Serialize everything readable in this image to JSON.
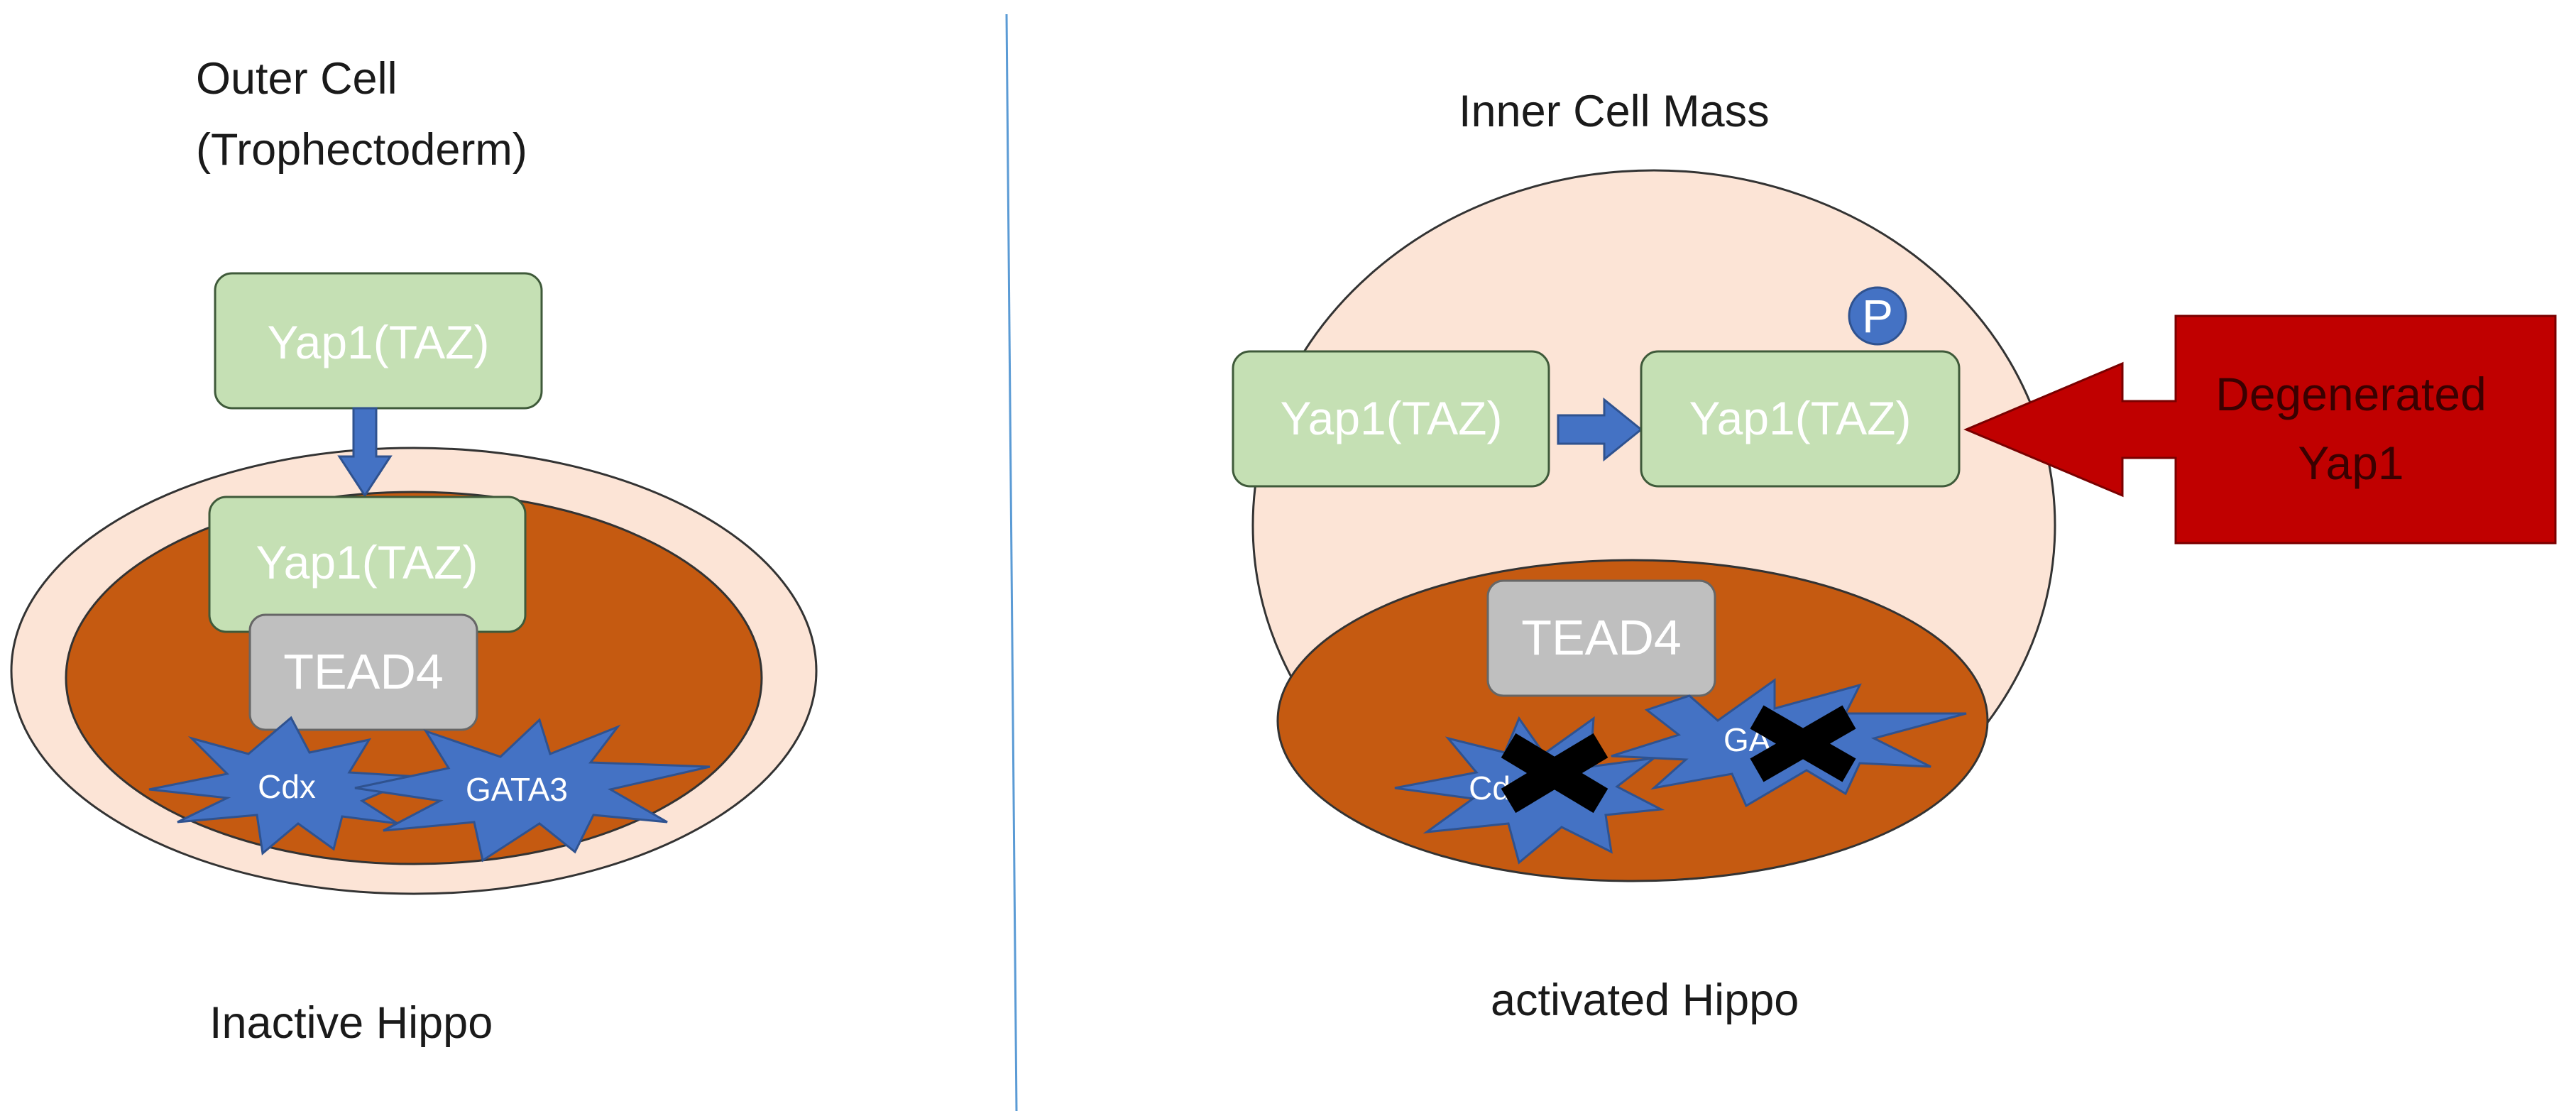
{
  "left_panel": {
    "title_line1": "Outer Cell",
    "title_line2": "(Trophectoderm)",
    "cyto_protein": "Yap1(TAZ)",
    "nuclear_protein": "Yap1(TAZ)",
    "tead": "TEAD4",
    "gene1": "Cdx",
    "gene2": "GATA3",
    "caption": "Inactive Hippo"
  },
  "right_panel": {
    "title": "Inner Cell Mass",
    "protein_unphos": "Yap1(TAZ)",
    "protein_phos": "Yap1(TAZ)",
    "phospho_label": "P",
    "degenerated_line1": "Degenerated",
    "degenerated_line2": "Yap1",
    "tead": "TEAD4",
    "gene1": "Cdx",
    "gene2": "GATA3",
    "caption": "activated Hippo"
  },
  "colors": {
    "cell_fill": "#FCE4D6",
    "nucleus_fill": "#C55A11",
    "yap_fill": "#C5E0B4",
    "tead_fill": "#BFBFBF",
    "star_fill": "#4472C4",
    "arrow_fill": "#4472C4",
    "degenerated_fill": "#C00000",
    "divider": "#5B9BD5"
  }
}
